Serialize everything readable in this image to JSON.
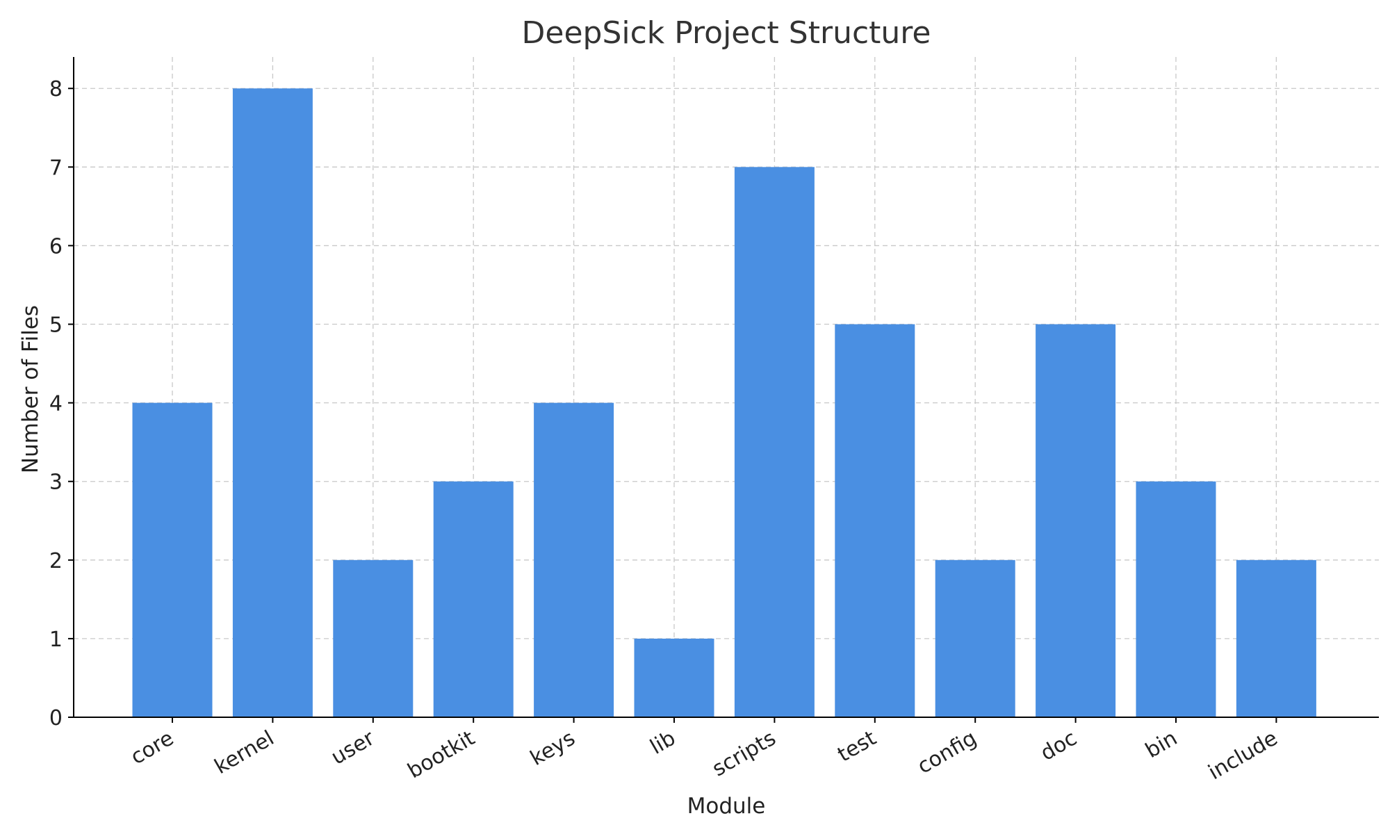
{
  "chart_data": {
    "type": "bar",
    "title": "DeepSick Project Structure",
    "xlabel": "Module",
    "ylabel": "Number of Files",
    "categories": [
      "core",
      "kernel",
      "user",
      "bootkit",
      "keys",
      "lib",
      "scripts",
      "test",
      "config",
      "doc",
      "bin",
      "include"
    ],
    "values": [
      4,
      8,
      2,
      3,
      4,
      1,
      7,
      5,
      2,
      5,
      3,
      2
    ],
    "ylim": [
      0,
      8.4
    ],
    "yticks": [
      0,
      1,
      2,
      3,
      4,
      5,
      6,
      7,
      8
    ],
    "grid": true,
    "bar_color": "#4a8fe2",
    "x_tick_rotation": "30deg"
  }
}
